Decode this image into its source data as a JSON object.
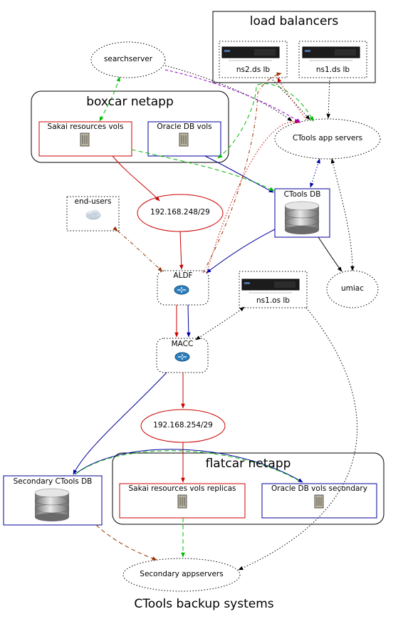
{
  "clusters": {
    "load_balancers": "load balancers",
    "boxcar_netapp": "boxcar netapp",
    "flatcar_netapp": "flatcar netapp"
  },
  "nodes": {
    "searchserver": "searchserver",
    "ns2_ds_lb": "ns2.ds lb",
    "ns1_ds_lb": "ns1.ds lb",
    "sakai_resources_vols": "Sakai resources vols",
    "oracle_db_vols": "Oracle DB vols",
    "ctools_app_servers": "CTools app servers",
    "ctools_db": "CTools DB",
    "end_users": "end-users",
    "net_248": "192.168.248/29",
    "aldf": "ALDF",
    "ns1_os_lb": "ns1.os lb",
    "umiac": "umiac",
    "macc": "MACC",
    "net_254": "192.168.254/29",
    "secondary_ctools_db": "Secondary CTools DB",
    "sakai_replicas": "Sakai resources vols replicas",
    "oracle_secondary": "Oracle DB vols secondary",
    "secondary_appservers": "Secondary appservers"
  },
  "caption": "CTools backup systems",
  "colors": {
    "red": "#cc0000",
    "blue": "#000099",
    "green": "#00bb00",
    "brown": "#993300",
    "black": "#000000"
  }
}
